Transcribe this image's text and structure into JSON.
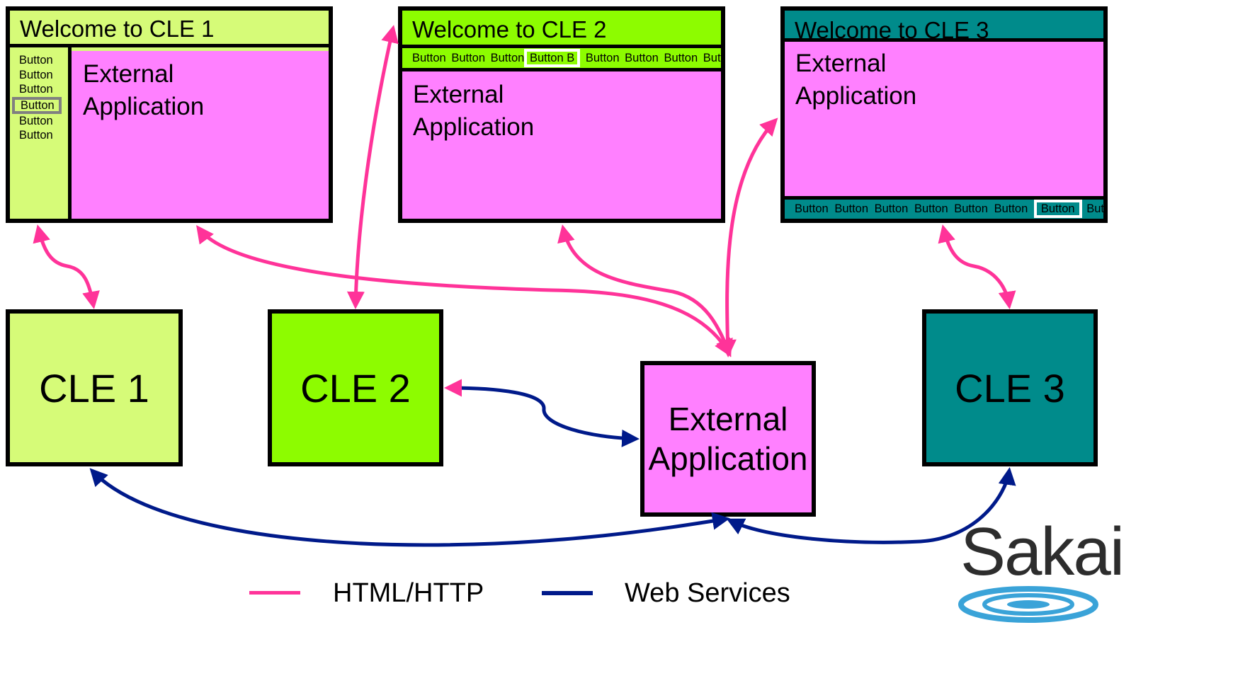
{
  "screens": {
    "cle1": {
      "title": "Welcome to CLE 1",
      "buttons": [
        "Button",
        "Button",
        "Button",
        "Button",
        "Button",
        "Button"
      ],
      "app_line1": "External",
      "app_line2": "Application"
    },
    "cle2": {
      "title": "Welcome to CLE 2",
      "buttons": [
        "Button",
        "Button",
        "Button",
        "Button B",
        "Button",
        "Button",
        "Button",
        "Button"
      ],
      "app_line1": "External",
      "app_line2": "Application"
    },
    "cle3": {
      "title": "Welcome to CLE 3",
      "buttons": [
        "Button",
        "Button",
        "Button",
        "Button",
        "Button",
        "Button",
        "Button",
        "Button"
      ],
      "app_line1": "External",
      "app_line2": "Application"
    }
  },
  "boxes": {
    "cle1": "CLE 1",
    "cle2": "CLE 2",
    "cle3": "CLE 3",
    "external_line1": "External",
    "external_line2": "Application"
  },
  "legend": {
    "html_http": "HTML/HTTP",
    "web_services": "Web Services"
  },
  "logo": {
    "text": "Sakai"
  },
  "colors": {
    "cle1": "#d6fb78",
    "cle2": "#8dfc00",
    "cle3": "#008b8b",
    "external": "#ff80ff",
    "html_http": "#ff3399",
    "web_services": "#001a8a"
  }
}
